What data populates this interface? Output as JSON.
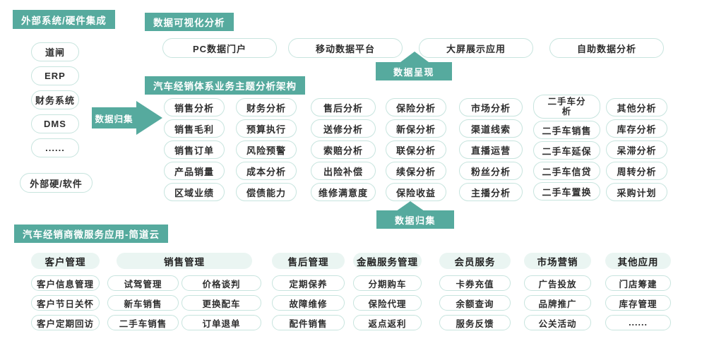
{
  "colors": {
    "teal": "#56aa9e",
    "pill_border": "#c7e4de",
    "pale_header": "#eaf5f2",
    "text": "#2e2e2e"
  },
  "external": {
    "title": "外部系统/硬件集成",
    "items": [
      "道闸",
      "ERP",
      "财务系统",
      "DMS",
      "......"
    ],
    "footer": "外部硬/软件"
  },
  "arrows": {
    "collect_left": "数据归集",
    "present": "数据呈现",
    "collect_bottom": "数据归集"
  },
  "viz": {
    "title": "数据可视化分析",
    "items": [
      "PC数据门户",
      "移动数据平台",
      "大屏展示应用",
      "自助数据分析"
    ]
  },
  "analysis": {
    "title": "汽车经销体系业务主题分析架构",
    "columns": [
      {
        "items": [
          "销售分析",
          "销售毛利",
          "销售订单",
          "产品销量",
          "区域业绩"
        ]
      },
      {
        "items": [
          "财务分析",
          "预算执行",
          "风险预警",
          "成本分析",
          "偿债能力"
        ]
      },
      {
        "items": [
          "售后分析",
          "送修分析",
          "索赔分析",
          "出险补偿",
          "维修满意度"
        ]
      },
      {
        "items": [
          "保险分析",
          "新保分析",
          "联保分析",
          "续保分析",
          "保险收益"
        ]
      },
      {
        "items": [
          "市场分析",
          "渠道线索",
          "直播运营",
          "粉丝分析",
          "主播分析"
        ]
      },
      {
        "items": [
          "二手车分析",
          "二手车销售",
          "二手车延保",
          "二手车信贷",
          "二手车置换"
        ]
      },
      {
        "items": [
          "其他分析",
          "库存分析",
          "呆滞分析",
          "周转分析",
          "采购计划"
        ]
      }
    ]
  },
  "apps": {
    "title": "汽车经销商微服务应用-简道云",
    "groups": [
      {
        "label": "客户管理",
        "cols": [
          [
            "客户信息管理",
            "客户节日关怀",
            "客户定期回访"
          ]
        ]
      },
      {
        "label": "销售管理",
        "cols": [
          [
            "试驾管理",
            "新车销售",
            "二手车销售"
          ],
          [
            "价格谈判",
            "更换配车",
            "订单退单"
          ]
        ]
      },
      {
        "label": "售后管理",
        "cols": [
          [
            "定期保养",
            "故障维修",
            "配件销售"
          ]
        ]
      },
      {
        "label": "金融服务管理",
        "cols": [
          [
            "分期购车",
            "保险代理",
            "返点返利"
          ]
        ]
      },
      {
        "label": "会员服务",
        "cols": [
          [
            "卡券充值",
            "余额查询",
            "服务反馈"
          ]
        ]
      },
      {
        "label": "市场营销",
        "cols": [
          [
            "广告投放",
            "品牌推广",
            "公关活动"
          ]
        ]
      },
      {
        "label": "其他应用",
        "cols": [
          [
            "门店筹建",
            "库存管理",
            "......"
          ]
        ]
      }
    ]
  }
}
